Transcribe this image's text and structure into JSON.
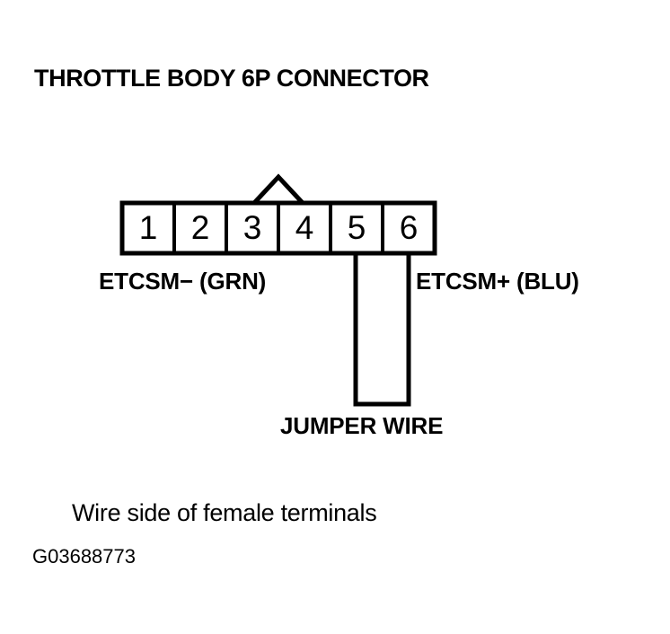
{
  "figure": {
    "title": "THROTTLE BODY 6P CONNECTOR",
    "caption": "Wire side of female terminals",
    "figure_id": "G03688773",
    "background_color": "#ffffff",
    "line_color": "#000000"
  },
  "connector": {
    "pin_count": 6,
    "pins": [
      {
        "number": "1"
      },
      {
        "number": "2"
      },
      {
        "number": "3"
      },
      {
        "number": "4"
      },
      {
        "number": "5"
      },
      {
        "number": "6"
      }
    ],
    "locking_tab": "triangular-latch-tab"
  },
  "terminal_labels": {
    "left": "ETCSM− (GRN)",
    "right": "ETCSM+ (BLU)"
  },
  "jumper": {
    "label": "JUMPER WIRE",
    "connects_pins": "5-6"
  }
}
